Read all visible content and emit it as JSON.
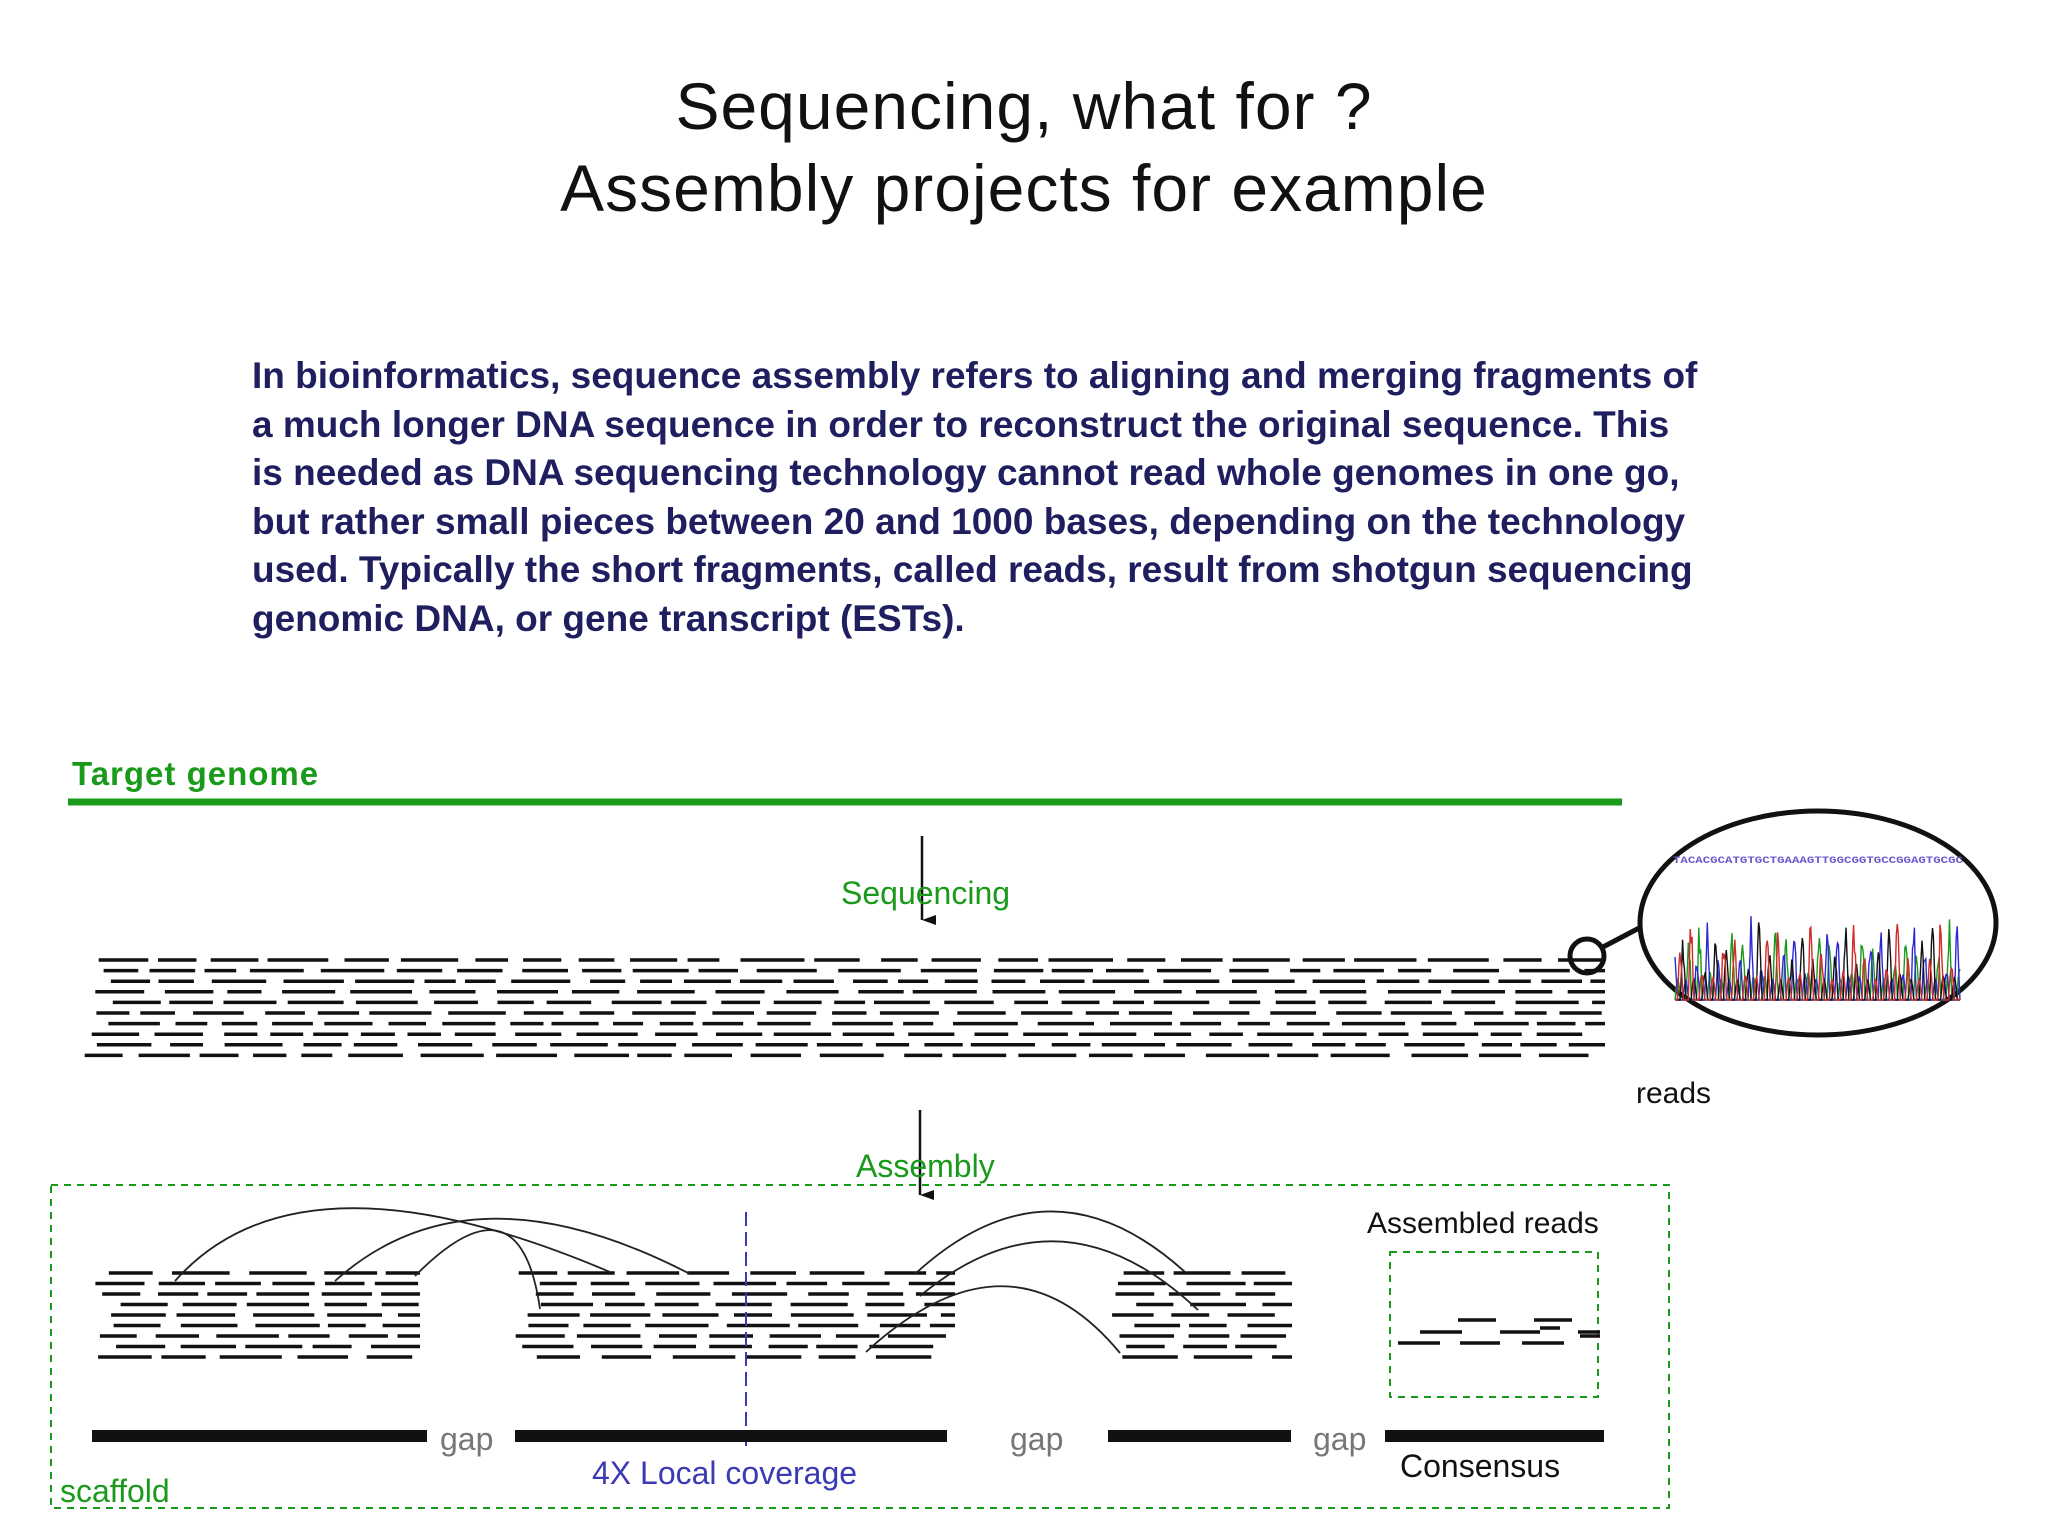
{
  "title": {
    "line1": "Sequencing, what for ?",
    "line2": "Assembly projects for example"
  },
  "paragraph": {
    "lines": [
      "In bioinformatics, sequence assembly refers to aligning and merging fragments of",
      "a much longer DNA sequence in order to reconstruct the original sequence. This",
      "is needed as DNA sequencing technology cannot read whole genomes in one go,",
      "but rather small pieces between 20 and 1000 bases, depending on the technology",
      "used. Typically the short fragments, called reads, result from shotgun sequencing",
      "genomic DNA, or gene transcript (ESTs)."
    ]
  },
  "diagram": {
    "target_genome_label": "Target genome",
    "sequencing_label": "Sequencing",
    "reads_label": "reads",
    "assembly_label": "Assembly",
    "assembled_reads_label": "Assembled reads",
    "gap_label": "gap",
    "coverage_label": "4X Local coverage",
    "consensus_label": "Consensus",
    "scaffold_label": "scaffold",
    "chromatogram_sequence": "TACACGCATGTGCTGAAAGTTGGCGGTGCCGGAGTGCGC",
    "colors": {
      "green": "#1a9a1a",
      "navy": "#1f1f5f",
      "coverage_blue": "#3a3ab5",
      "gray": "#777777",
      "black": "#111111"
    }
  }
}
